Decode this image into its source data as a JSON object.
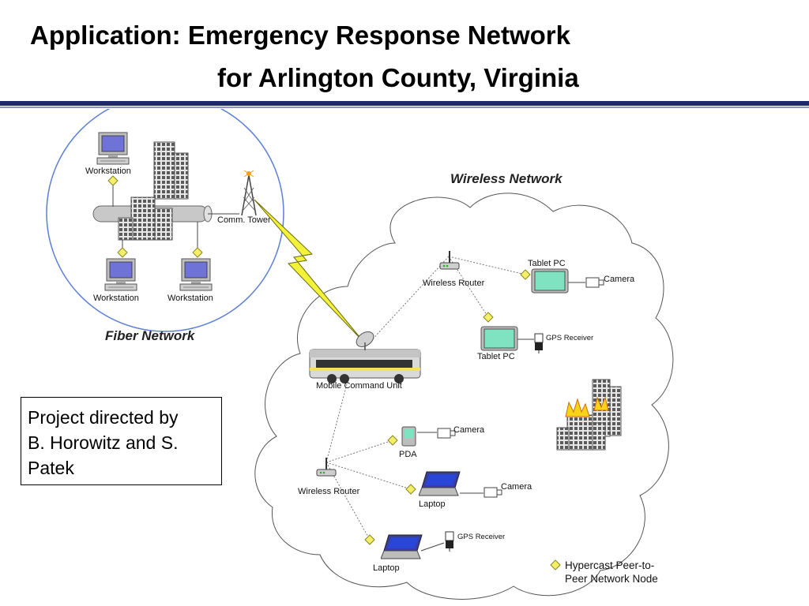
{
  "title": {
    "line1": "Application: Emergency Response Network",
    "line2": "for Arlington County, Virginia"
  },
  "colors": {
    "title_rule": "#1f2a6e",
    "cloud_stroke": "#555555",
    "fiber_circle": "#5b7fd6",
    "lightning": "#f2f23a",
    "node_diamond": "#f5ee6a",
    "screen_blue": "#6f73d8",
    "screen_green": "#7fe3c2"
  },
  "regions": {
    "fiber_network": "Fiber Network",
    "wireless_network": "Wireless Network"
  },
  "fiber": {
    "workstation_top": "Workstation",
    "workstation_bl": "Workstation",
    "workstation_br": "Workstation",
    "comm_tower": "Comm. Tower"
  },
  "wireless": {
    "router_top": "Wireless Router",
    "tablet_top": "Tablet PC",
    "camera_top": "Camera",
    "tablet_mid": "Tablet PC",
    "gps_mid": "GPS Receiver",
    "mobile_command": "Mobile Command Unit",
    "pda": "PDA",
    "camera_pda": "Camera",
    "router_bottom": "Wireless Router",
    "laptop_mid": "Laptop",
    "camera_laptop": "Camera",
    "laptop_bottom": "Laptop",
    "gps_bottom": "GPS Receiver"
  },
  "legend": {
    "line1": "Hypercast Peer-to-",
    "line2": "Peer Network Node"
  },
  "project": {
    "line1": "Project directed by",
    "line2": "B. Horowitz and S.",
    "line3": "Patek"
  },
  "icons": [
    "workstation-icon",
    "building-icon",
    "comm-tower-icon",
    "lightning-icon",
    "wireless-router-icon",
    "tablet-icon",
    "camera-icon",
    "gps-receiver-icon",
    "bus-icon",
    "satellite-dish-icon",
    "pda-icon",
    "laptop-icon",
    "burning-building-icon",
    "node-diamond-icon"
  ]
}
